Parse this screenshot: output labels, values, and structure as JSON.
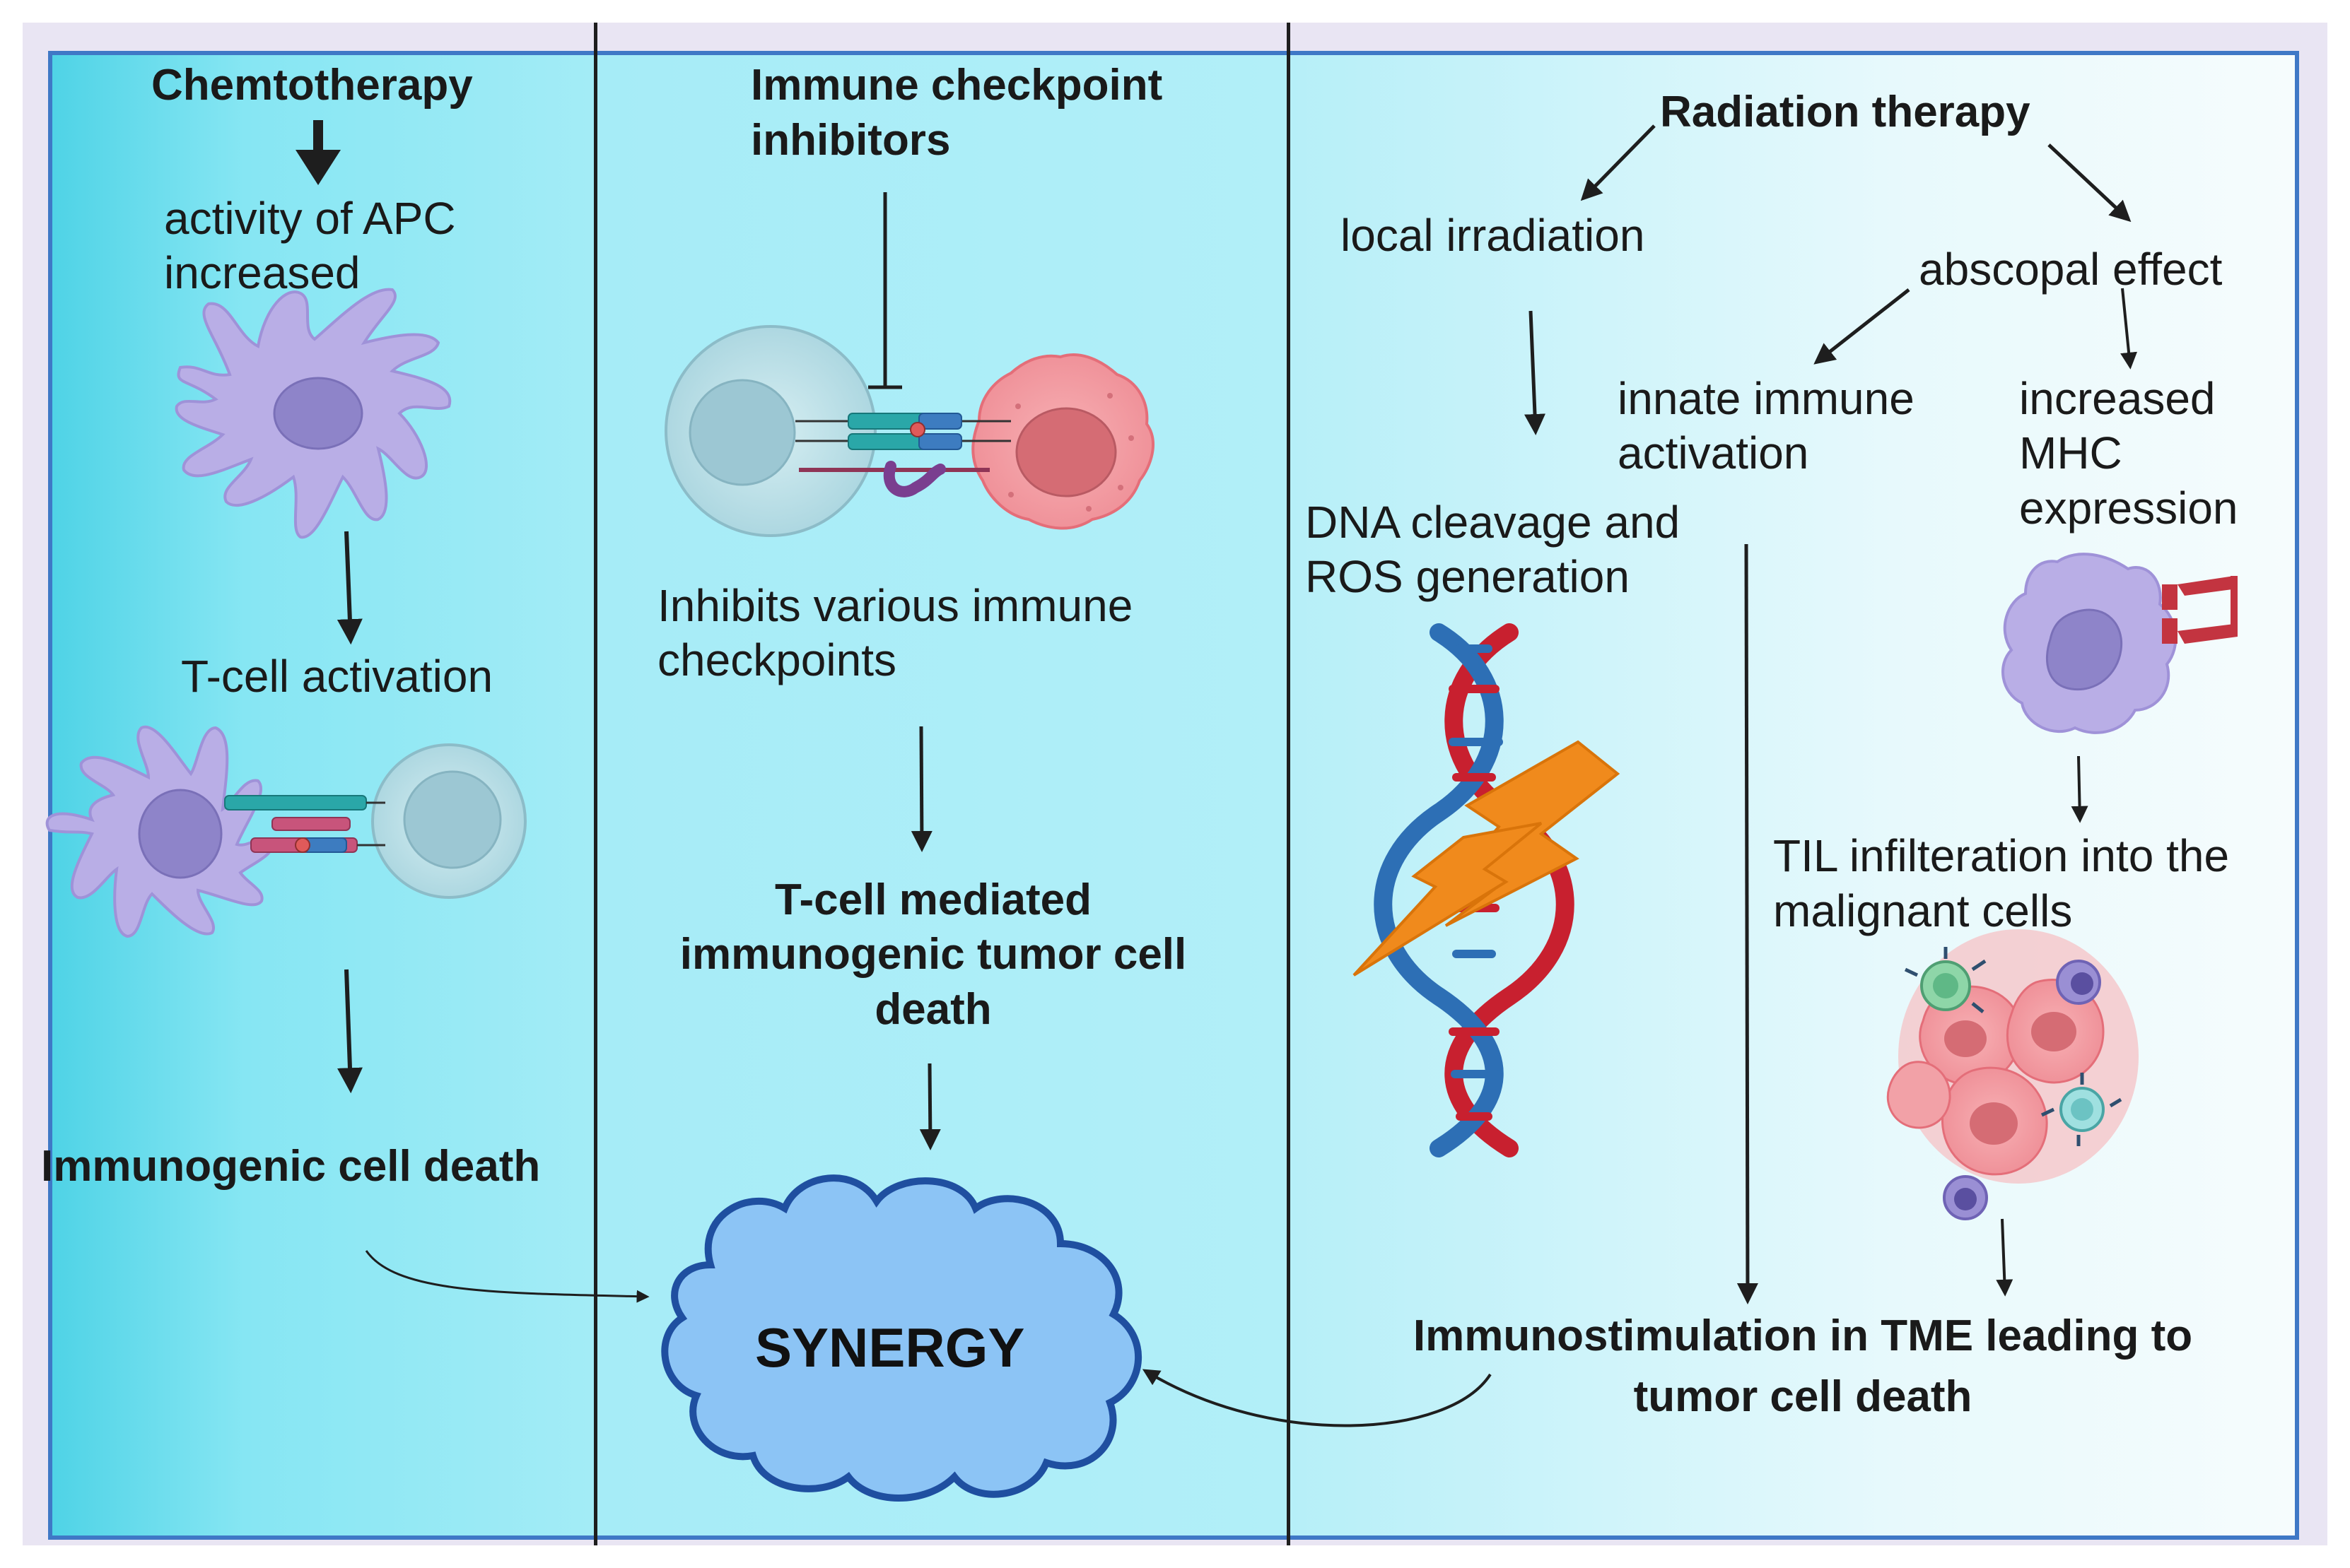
{
  "left_column": {
    "title": "Chemtotherapy",
    "step1_line1": "activity of APC",
    "step1_line2": "increased",
    "step2": "T-cell activation",
    "result": "Immunogenic cell death"
  },
  "middle_column": {
    "title_line1": "Immune checkpoint",
    "title_line2": "inhibitors",
    "desc_line1": "Inhibits various immune",
    "desc_line2": "checkpoints",
    "result_line1": "T-cell mediated",
    "result_line2": "immunogenic tumor cell",
    "result_line3": "death"
  },
  "right_column": {
    "title": "Radiation therapy",
    "local": "local irradiation",
    "abscopal": "abscopal effect",
    "innate_line1": "innate immune",
    "innate_line2": "activation",
    "mhc_line1": "increased",
    "mhc_line2": "MHC",
    "mhc_line3": "expression",
    "dna_line1": "DNA cleavage and",
    "dna_line2": "ROS generation",
    "til_line1": "TIL infilteration into the",
    "til_line2": "malignant cells",
    "result_line1": "Immunostimulation in TME leading to",
    "result_line2": "tumor cell death"
  },
  "center": {
    "synergy": "SYNERGY"
  },
  "colors": {
    "border": "#3f78c6",
    "apc_cell": "#b9aee6",
    "t_cell": "#bfe3ea",
    "tumor_cell": "#f4a0a6",
    "cloud": "#8cc4f5",
    "dna_red": "#c8202f",
    "dna_blue": "#2d6fb5",
    "bolt": "#f08a1c"
  }
}
